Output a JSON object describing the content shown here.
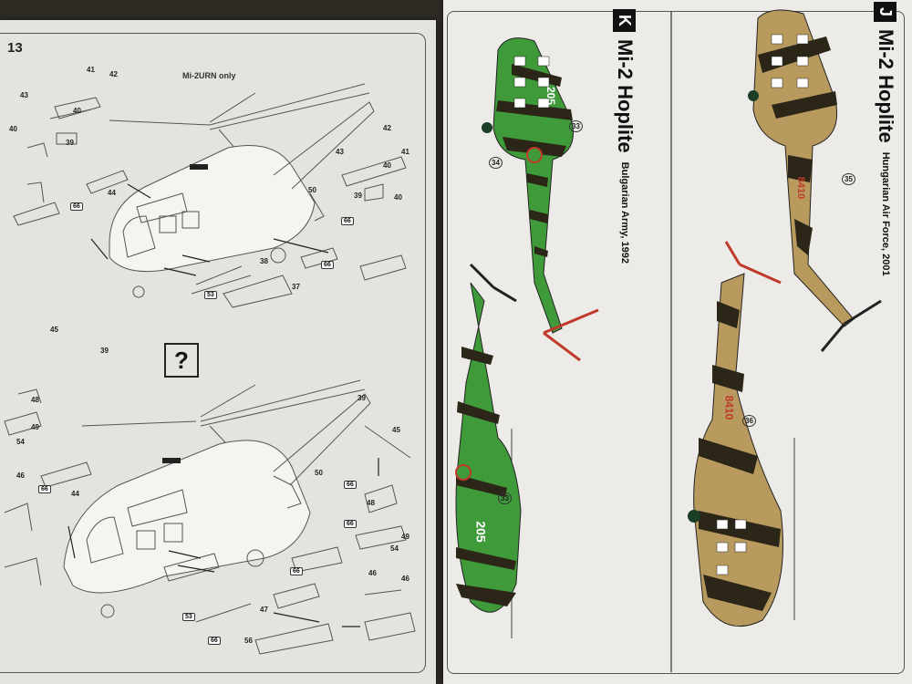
{
  "left_page": {
    "page_number": "13",
    "variant_note": "Mi-2URN only",
    "help_symbol": "?",
    "part_numbers": [
      "41",
      "42",
      "43",
      "40",
      "39",
      "40",
      "44",
      "66",
      "42",
      "41",
      "43",
      "40",
      "39",
      "40",
      "50",
      "66",
      "38",
      "37",
      "53",
      "66",
      "45",
      "39",
      "48",
      "49",
      "54",
      "46",
      "66",
      "44",
      "50",
      "39",
      "45",
      "66",
      "48",
      "66",
      "49",
      "54",
      "46",
      "46",
      "53",
      "47",
      "66",
      "56",
      "66"
    ]
  },
  "right_page": {
    "scheme_k": {
      "badge": "K",
      "title": "Mi-2 Hoplite",
      "subtitle": "Bulgarian Army, 1992",
      "serial": "205",
      "callouts": [
        "33",
        "34"
      ]
    },
    "scheme_j": {
      "badge": "J",
      "title": "Mi-2 Hoplite",
      "subtitle": "Hungarian Air Force, 2001",
      "serial": "8410",
      "callouts": [
        "35",
        "36"
      ]
    }
  },
  "colors": {
    "green": "#3f9a3a",
    "tan": "#b99a5e",
    "dark": "#2b2618",
    "paint_red": "#c0392b"
  }
}
